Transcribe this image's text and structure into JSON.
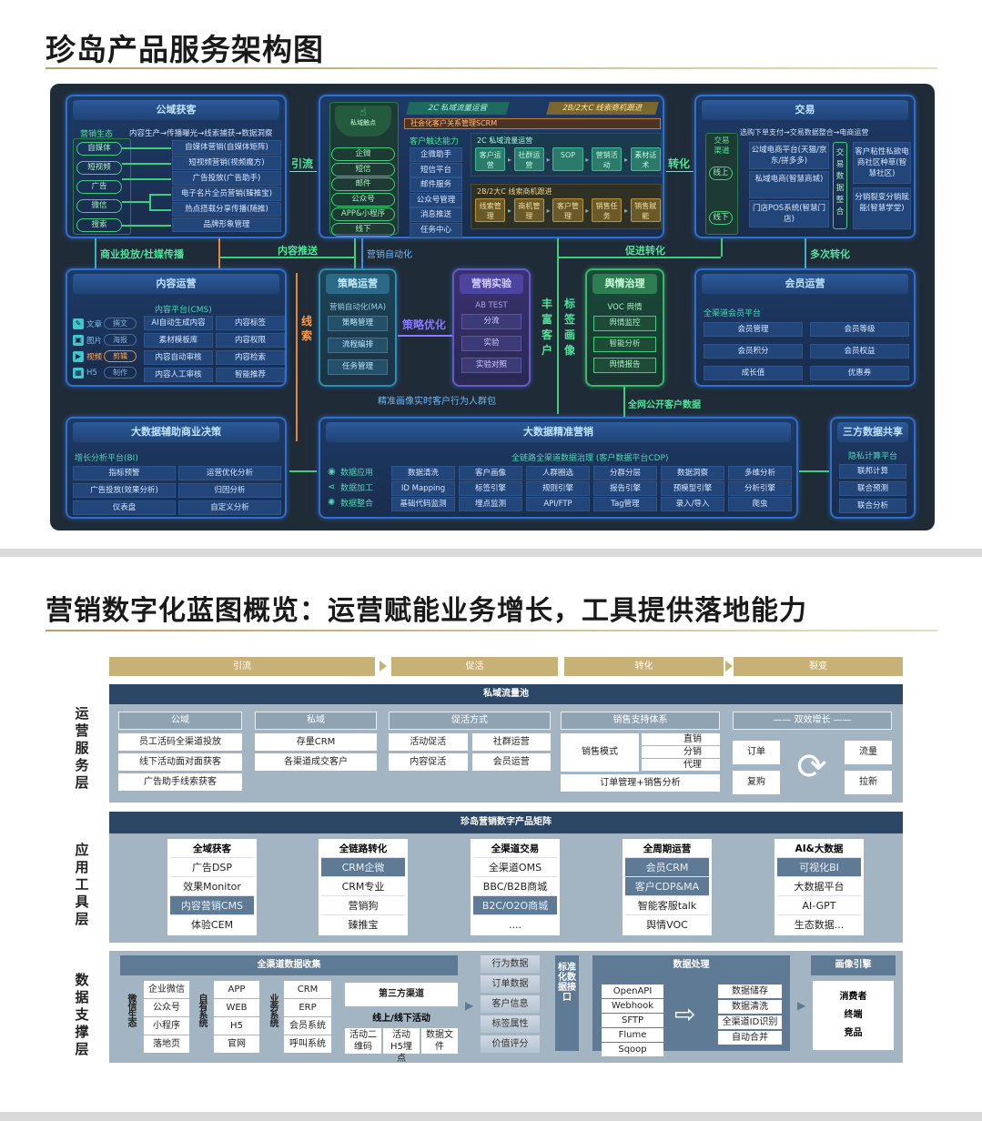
{
  "top": {
    "title": "珍岛产品服务架构图",
    "public": {
      "title": "公域获客",
      "flow": "内容生产→传播曝光→线索捕获→数据洞察",
      "eco_label": "营销生态",
      "channels": [
        "自媒体",
        "短视频",
        "广告",
        "微信",
        "搜索"
      ],
      "items": [
        "自媒体营销(自媒体矩阵)",
        "短视频营销(视频魔方)",
        "广告投放(广告助手)",
        "电子名片全员营销(臻推宝)",
        "热点搭载分享传播(随推)",
        "品牌形象管理"
      ]
    },
    "private": {
      "icon_label": "私域触点",
      "touch": [
        "企微",
        "短信",
        "邮件",
        "公众号",
        "APP&小程序",
        "线下"
      ],
      "cap_title": "客户触达能力",
      "caps": [
        "企微助手",
        "短信平台",
        "邮件服务",
        "公众号管理",
        "消息推送",
        "任务中心"
      ],
      "tab1": "2C 私域流量运营",
      "tab2": "2B/2大C 线索商机跟进",
      "scrm": "社会化客户关系管理SCRM",
      "sec1_title": "2C 私域流量运营",
      "sec1": [
        "客户运营",
        "社群运营",
        "SOP",
        "营销活动",
        "素材话术"
      ],
      "sec2_title": "2B/2大C 线索商机跟进",
      "sec2": [
        "线索管理",
        "商机管理",
        "客户管理",
        "销售任务",
        "销售赋能"
      ]
    },
    "trade": {
      "title": "交易",
      "flow": "选购下单支付→交易数据整合→电商运营",
      "channel_label": "交易渠道",
      "online": "线上",
      "offline": "线下",
      "platforms": [
        "公域电商平台(天猫/京东/拼多多)",
        "私域电商(智慧商城)",
        "门店POS系统(智慧门店)"
      ],
      "integrate": "交易数据整合",
      "right": [
        "客户粘性私欲电商社区种草(智慧社区)",
        "分销裂变分销赋能(智慧学堂)"
      ]
    },
    "links": {
      "yinliu": "引流",
      "zhuanhua": "转化",
      "shangye": "商业投放/社媒传播",
      "neirong": "内容推送",
      "zidonghua": "营销自动化",
      "cujin": "促进转化",
      "duoci": "多次转化",
      "xiansuo": "线索",
      "celue": "策略优化",
      "fengfu": "丰富客户",
      "biaoqian": "标签画像",
      "jingzhun": "精准画像实时客户行为人群包",
      "quanwang": "全网公开客户数据"
    },
    "content": {
      "title": "内容运营",
      "platform": "内容平台(CMS)",
      "types": [
        {
          "label": "文章",
          "btn": "撰文"
        },
        {
          "label": "图片",
          "btn": "海报"
        },
        {
          "label": "视频",
          "btn": "剪辑"
        },
        {
          "label": "H5",
          "btn": "制作"
        }
      ],
      "grid": [
        "AI自动生成内容",
        "内容标签",
        "素材模板库",
        "内容权限",
        "内容自动审核",
        "内容检索",
        "内容人工审核",
        "智能推荐"
      ]
    },
    "strategy": {
      "title": "策略运营",
      "sub": "营销自动化(MA)",
      "items": [
        "策略管理",
        "流程编排",
        "任务管理"
      ]
    },
    "experiment": {
      "title": "营销实验",
      "sub": "AB TEST",
      "items": [
        "分流",
        "实验",
        "实验对照"
      ]
    },
    "sentiment": {
      "title": "舆情治理",
      "sub": "VOC 舆情",
      "items": [
        "舆情监控",
        "智能分析",
        "舆情报告"
      ]
    },
    "member": {
      "title": "会员运营",
      "sub": "全渠道会员平台",
      "items": [
        "会员管理",
        "会员等级",
        "会员积分",
        "会员权益",
        "成长值",
        "优惠券"
      ]
    },
    "bi": {
      "title": "大数据辅助商业决策",
      "sub": "增长分析平台(BI)",
      "items": [
        "指标预警",
        "运营优化分析",
        "广告投放(效果分析)",
        "归因分析",
        "仪表盘",
        "自定义分析"
      ]
    },
    "cdp": {
      "title": "大数据精准营销",
      "sub": "全链路全渠道数据治理 (客户数据平台CDP)",
      "legend": [
        "数据应用",
        "数据加工",
        "数据整合"
      ],
      "grid": [
        "数据清洗",
        "客户画像",
        "人群圈选",
        "分群分层",
        "数据洞察",
        "多维分析",
        "ID Mapping",
        "标签引擎",
        "规则引擎",
        "报告引擎",
        "预模型引擎",
        "分析引擎",
        "基础代码监测",
        "埋点监测",
        "API/FTP",
        "Tag管理",
        "录入/导入",
        "爬虫"
      ]
    },
    "third": {
      "title": "三方数据共享",
      "sub": "隐私计算平台",
      "items": [
        "联邦计算",
        "联合预测",
        "联合分析"
      ]
    }
  },
  "bottom": {
    "title": "营销数字化蓝图概览：运营赋能业务增长，工具提供落地能力",
    "stages": [
      "引流",
      "促活",
      "转化",
      "裂变"
    ],
    "layers": [
      "运营服务层",
      "应用工具层",
      "数据支撑层"
    ],
    "ops": {
      "header": "私域流量池",
      "public": {
        "title": "公域",
        "items": [
          "员工活码全渠道投放",
          "线下活动面对面获客",
          "广告助手线索获客"
        ]
      },
      "private": {
        "title": "私域",
        "items": [
          "存量CRM",
          "各渠道成交客户"
        ]
      },
      "activate": {
        "title": "促活方式",
        "items": [
          "活动促活",
          "社群运营",
          "内容促活",
          "会员运营"
        ]
      },
      "sales": {
        "title": "销售支持体系",
        "mode": "销售模式",
        "modes": [
          "直销",
          "分销",
          "代理"
        ],
        "footer": "订单管理+销售分析"
      },
      "growth": {
        "title": "—— 双效增长 ——",
        "items": [
          "订单",
          "流量",
          "复购",
          "拉新"
        ]
      }
    },
    "tools": {
      "header": "珍岛营销数字产品矩阵",
      "columns": [
        {
          "title": "全域获客",
          "items": [
            "广告DSP",
            "效果Monitor",
            "内容营销CMS",
            "体验CEM"
          ],
          "hl": [
            2
          ]
        },
        {
          "title": "全链路转化",
          "items": [
            "CRM企微",
            "CRM专业",
            "营销狗",
            "臻推宝"
          ],
          "hl": [
            0
          ]
        },
        {
          "title": "全渠道交易",
          "items": [
            "全渠道OMS",
            "BBC/B2B商城",
            "B2C/O2O商城",
            "...."
          ],
          "hl": [
            2
          ]
        },
        {
          "title": "全周期运营",
          "items": [
            "会员CRM",
            "客户CDP&MA",
            "智能客服talk",
            "舆情VOC"
          ],
          "hl": [
            0,
            1
          ]
        },
        {
          "title": "AI&大数据",
          "items": [
            "可视化BI",
            "大数据平台",
            "AI-GPT",
            "生态数据..."
          ],
          "hl": [
            0
          ]
        }
      ]
    },
    "data": {
      "collect_header": "全渠道数据收集",
      "wechat_label": "微信生态",
      "wechat": [
        "企业微信",
        "公众号",
        "小程序",
        "落地页"
      ],
      "own_label": "自有系统",
      "own": [
        "APP",
        "WEB",
        "H5",
        "官网"
      ],
      "biz_label": "业务系统",
      "biz": [
        "CRM",
        "ERP",
        "会员系统",
        "呼叫系统"
      ],
      "third": "第三方渠道",
      "activity": "线上/线下活动",
      "activity_items": [
        "活动二维码",
        "活动H5埋点",
        "数据文件"
      ],
      "types": [
        "行为数据",
        "订单数据",
        "客户信息",
        "标签属性",
        "价值评分"
      ],
      "api_label": "标准化数据接口",
      "proc_header": "数据处理",
      "protocols": [
        "OpenAPI",
        "Webhook",
        "SFTP",
        "Flume",
        "Sqoop"
      ],
      "steps": [
        "数据储存",
        "数据清洗",
        "全渠道ID识别",
        "自动合并"
      ],
      "engine_header": "画像引擎",
      "engine": [
        "消费者",
        "终端",
        "竞品"
      ]
    }
  }
}
